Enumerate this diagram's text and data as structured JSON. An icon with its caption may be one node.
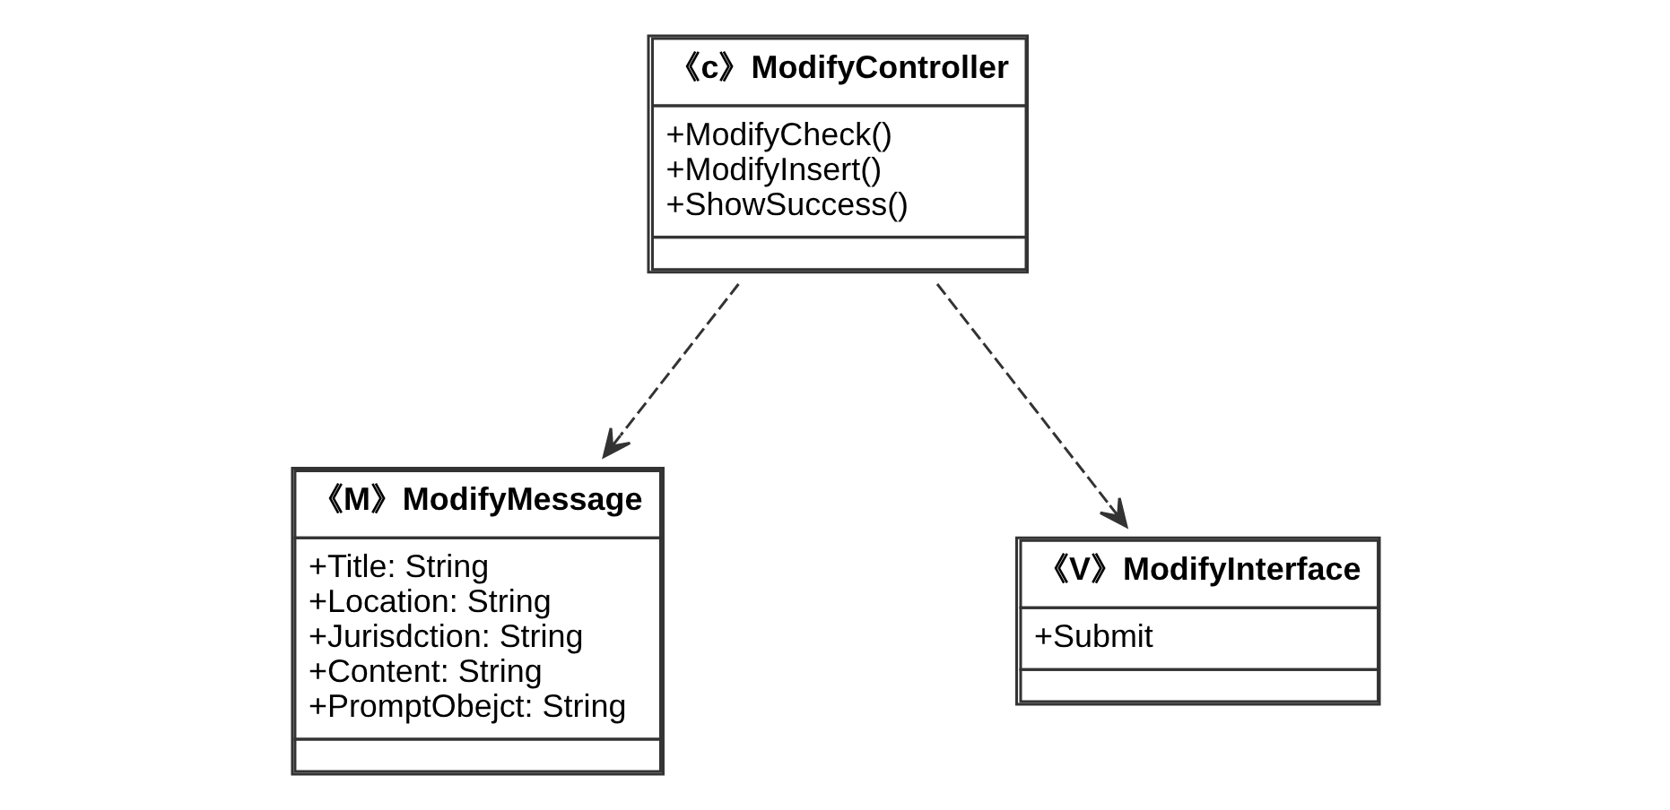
{
  "diagram": {
    "nodes": [
      {
        "text": [
          "《c》ModifyController",
          "+ModifyCheck()",
          "+ModifyInsert()",
          "+ShowSuccess()"
        ]
      },
      {
        "text": [
          "《M》ModifyMessage",
          "+Title: String",
          "+Location: String",
          "+Jurisdction: String",
          "+Content: String",
          "+PromptObejct: String"
        ]
      },
      {
        "text": [
          "《V》ModifyInterface",
          "+Submit"
        ]
      }
    ],
    "edges": [
      {
        "from": 0,
        "to": 1,
        "arrow": "to",
        "style": "dashed"
      },
      {
        "from": 0,
        "to": 2,
        "arrow": "to",
        "style": "dashed"
      }
    ]
  }
}
